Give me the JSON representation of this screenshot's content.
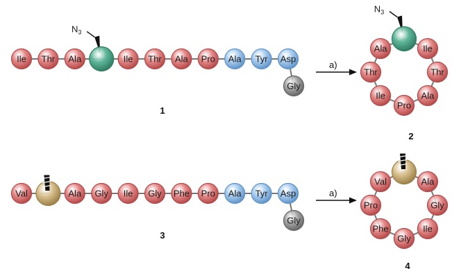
{
  "colors": {
    "red": "#e58a8a",
    "red_stroke": "#b54848",
    "blue": "#a9cdee",
    "blue_stroke": "#5f93c9",
    "gray": "#a6a6a6",
    "gray_stroke": "#666666",
    "green": "#5fb69a",
    "green_stroke": "#2f7c62",
    "tan": "#d8c08e",
    "tan_stroke": "#9b7f45"
  },
  "reagent_label": "a)",
  "azide_label": "N3",
  "compound_1": {
    "label": "1",
    "chain": [
      {
        "res": "Ile",
        "color": "red"
      },
      {
        "res": "Thr",
        "color": "red"
      },
      {
        "res": "Ala",
        "color": "red"
      },
      {
        "res": "",
        "color": "green",
        "mod": "azide"
      },
      {
        "res": "Ile",
        "color": "red"
      },
      {
        "res": "Thr",
        "color": "red"
      },
      {
        "res": "Ala",
        "color": "red"
      },
      {
        "res": "Pro",
        "color": "red"
      },
      {
        "res": "Ala",
        "color": "blue"
      },
      {
        "res": "Tyr",
        "color": "blue"
      },
      {
        "res": "Asp",
        "color": "blue"
      }
    ],
    "branch": {
      "res": "Gly",
      "color": "gray"
    }
  },
  "compound_2": {
    "label": "2",
    "ring": [
      {
        "res": "",
        "color": "green",
        "mod": "azide"
      },
      {
        "res": "Ile",
        "color": "red"
      },
      {
        "res": "Thr",
        "color": "red"
      },
      {
        "res": "Ala",
        "color": "red"
      },
      {
        "res": "Pro",
        "color": "red"
      },
      {
        "res": "Ile",
        "color": "red"
      },
      {
        "res": "Thr",
        "color": "red"
      },
      {
        "res": "Ala",
        "color": "red"
      }
    ]
  },
  "compound_3": {
    "label": "3",
    "chain": [
      {
        "res": "Val",
        "color": "red"
      },
      {
        "res": "",
        "color": "tan",
        "mod": "alkyne"
      },
      {
        "res": "Ala",
        "color": "red"
      },
      {
        "res": "Gly",
        "color": "red"
      },
      {
        "res": "Ile",
        "color": "red"
      },
      {
        "res": "Gly",
        "color": "red"
      },
      {
        "res": "Phe",
        "color": "red"
      },
      {
        "res": "Pro",
        "color": "red"
      },
      {
        "res": "Ala",
        "color": "blue"
      },
      {
        "res": "Tyr",
        "color": "blue"
      },
      {
        "res": "Asp",
        "color": "blue"
      }
    ],
    "branch": {
      "res": "Gly",
      "color": "gray"
    }
  },
  "compound_4": {
    "label": "4",
    "ring": [
      {
        "res": "",
        "color": "tan",
        "mod": "alkyne"
      },
      {
        "res": "Ala",
        "color": "red"
      },
      {
        "res": "Gly",
        "color": "red"
      },
      {
        "res": "Ile",
        "color": "red"
      },
      {
        "res": "Gly",
        "color": "red"
      },
      {
        "res": "Phe",
        "color": "red"
      },
      {
        "res": "Pro",
        "color": "red"
      },
      {
        "res": "Val",
        "color": "red"
      }
    ]
  }
}
